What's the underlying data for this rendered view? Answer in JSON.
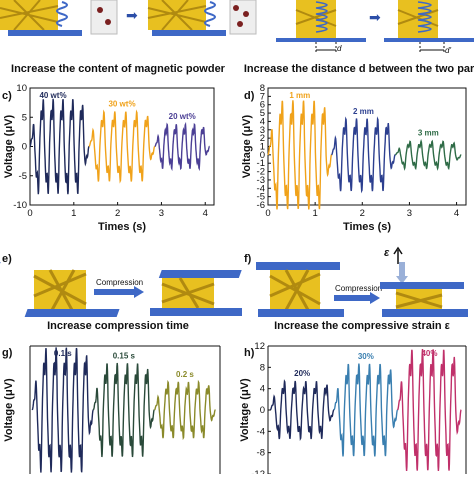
{
  "captions": {
    "top_left": "Increase the content of magnetic powder",
    "top_right": "Increase the distance d between the two parts",
    "mid_left": "Increase compression time",
    "mid_right": "Increase the compressive strain ε"
  },
  "labels": {
    "d": "d",
    "d_prime": "d'",
    "compression_e": "Compression",
    "compression_f": "Compression",
    "epsilon": "ε"
  },
  "panels": {
    "c": "c)",
    "d": "d)",
    "e": "e)",
    "f": "f)",
    "g": "g)",
    "h": "h)"
  },
  "colors": {
    "navy": "#1f2a5a",
    "orange": "#f0a21a",
    "purple": "#4b3f95",
    "blue": "#2c3f8f",
    "green": "#2e6b46",
    "darkgreen": "#2a4a3a",
    "olive": "#8a8a2a",
    "teal": "#3a7fb0",
    "magenta": "#c0306a",
    "yellow_structure": "#e8c020",
    "blue_plate": "#3e68c6"
  },
  "chart_data": [
    {
      "panel": "c",
      "type": "line",
      "xlabel": "Times (s)",
      "ylabel": "Voltage (μV)",
      "xlim": [
        0,
        4.2
      ],
      "ylim": [
        -10,
        10
      ],
      "xticks": [
        0,
        1,
        2,
        3,
        4
      ],
      "yticks": [
        -10,
        -5,
        0,
        5,
        10
      ],
      "series": [
        {
          "name": "40 wt%",
          "x_range": [
            0,
            1.35
          ],
          "cycles": 6,
          "amplitude": 7.5,
          "color": "#1f2a5a"
        },
        {
          "name": "30 wt%",
          "x_range": [
            1.35,
            2.85
          ],
          "cycles": 6,
          "amplitude": 5.5,
          "color": "#f0a21a"
        },
        {
          "name": "20 wt%",
          "x_range": [
            2.85,
            4.1
          ],
          "cycles": 6,
          "amplitude": 3.5,
          "color": "#4b3f95"
        }
      ]
    },
    {
      "panel": "d",
      "type": "line",
      "xlabel": "Times (s)",
      "ylabel": "Voltage (μV)",
      "xlim": [
        0,
        4.2
      ],
      "ylim": [
        -6,
        8
      ],
      "xticks": [
        0,
        1,
        2,
        3,
        4
      ],
      "yticks": [
        -6,
        -5,
        -4,
        -3,
        -2,
        -1,
        0,
        1,
        2,
        3,
        4,
        5,
        6,
        7,
        8
      ],
      "series": [
        {
          "name": "1 mm",
          "x_range": [
            0,
            1.35
          ],
          "cycles": 6,
          "amplitude": 6.0,
          "color": "#f0a21a"
        },
        {
          "name": "2 mm",
          "x_range": [
            1.35,
            2.7
          ],
          "cycles": 6,
          "amplitude": 4.0,
          "color": "#2c3f8f"
        },
        {
          "name": "3 mm",
          "x_range": [
            2.7,
            4.1
          ],
          "cycles": 6,
          "amplitude": 1.5,
          "color": "#2e6b46"
        }
      ]
    },
    {
      "panel": "g",
      "type": "line",
      "ylabel": "Voltage (μV)",
      "series": [
        {
          "name": "0.1 s",
          "cycles": 6,
          "amplitude": 1.0,
          "color": "#1f2a5a"
        },
        {
          "name": "0.15 s",
          "cycles": 6,
          "amplitude": 0.75,
          "color": "#2a4a3a"
        },
        {
          "name": "0.2 s",
          "cycles": 6,
          "amplitude": 0.45,
          "color": "#8a8a2a"
        }
      ]
    },
    {
      "panel": "h",
      "type": "line",
      "ylabel": "Voltage (μV)",
      "ylim": [
        -12,
        12
      ],
      "yticks": [
        -12,
        -8,
        -4,
        0,
        4,
        8,
        12
      ],
      "series": [
        {
          "name": "20%",
          "cycles": 6,
          "amplitude": 5.0,
          "color": "#1f2a5a"
        },
        {
          "name": "30%",
          "cycles": 6,
          "amplitude": 8.0,
          "color": "#3a7fb0"
        },
        {
          "name": "40%",
          "cycles": 6,
          "amplitude": 10.5,
          "color": "#c0306a"
        }
      ]
    }
  ]
}
